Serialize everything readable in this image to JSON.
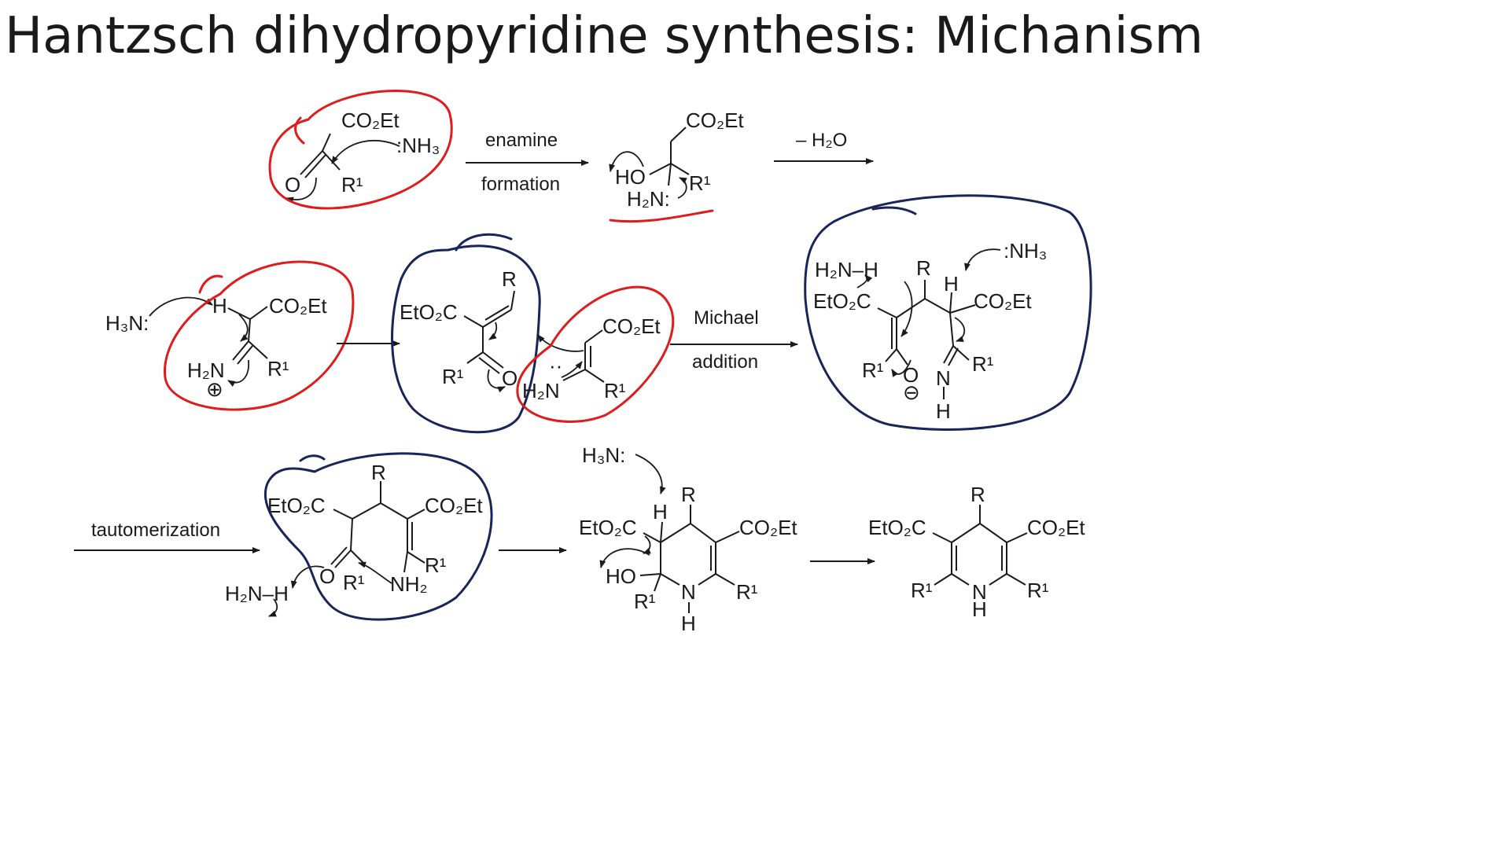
{
  "title": "Hantzsch dihydropyridine synthesis: Michanism",
  "colors": {
    "ink": "#1a1a1a",
    "red_annotation": "#e01b1b",
    "navy_annotation": "#18245a"
  },
  "reagents": {
    "co2et": "CO₂Et",
    "eto2c": "EtO₂C",
    "nh3_lone": ":NH₃",
    "h3n_lone": "H₃N:",
    "h2n_lone": "H₂N:",
    "h2n": "H₂N",
    "h2n_h": "H₂N–H",
    "nh2": "NH₂",
    "ho": "HO",
    "o": "O",
    "n": "N",
    "h": "H",
    "r": "R",
    "r1": "R¹",
    "plus": "⊕",
    "minus": "⊖"
  },
  "arrows": {
    "enamine": "enamine",
    "formation": "formation",
    "minus_water": "– H₂O",
    "michael": "Michael",
    "addition": "addition",
    "tautomerization": "tautomerization"
  }
}
